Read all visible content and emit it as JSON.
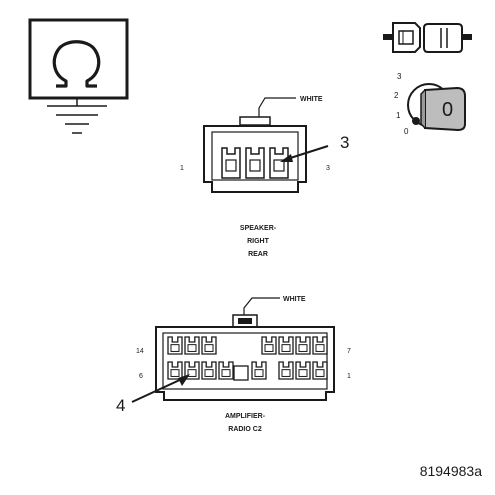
{
  "speaker_connector": {
    "wire_color_label": "WHITE",
    "pin_left": "1",
    "pin_right": "3",
    "callout": "3",
    "name_line1": "SPEAKER-",
    "name_line2": "RIGHT",
    "name_line3": "REAR"
  },
  "amplifier_connector": {
    "wire_color_label": "WHITE",
    "pin_top_left": "14",
    "pin_top_right": "7",
    "pin_bottom_left": "6",
    "pin_bottom_right": "1",
    "callout": "4",
    "name_line1": "AMPLIFIER-",
    "name_line2": "RADIO C2"
  },
  "ignition_key": {
    "position_3": "3",
    "position_2": "2",
    "position_1": "1",
    "position_0": "0",
    "key_symbol": "0"
  },
  "figure_id": "8194983a",
  "colors": {
    "ink": "#1a1a1a",
    "paper": "#ffffff",
    "key_fill": "#bdbdbd"
  },
  "icons": {
    "resistance": "ohm-icon",
    "ground": "ground-icon",
    "connector": "disconnect-connector-icon",
    "ignition": "ignition-key-icon"
  }
}
